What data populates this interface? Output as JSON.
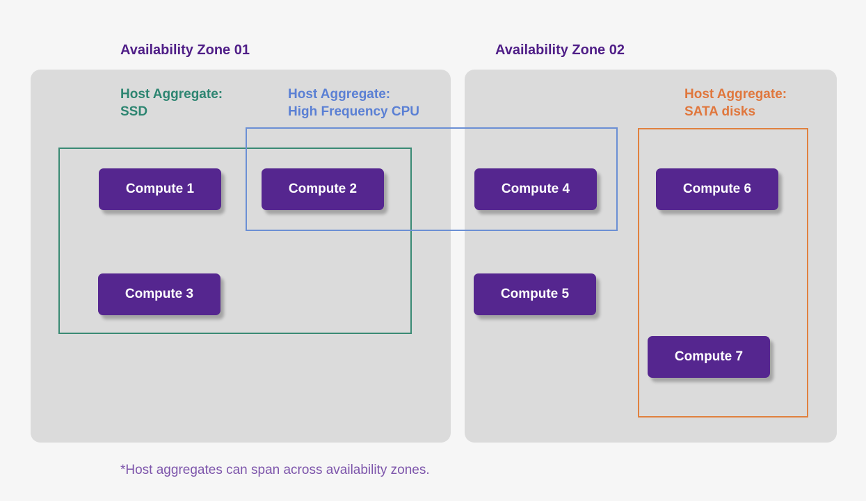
{
  "diagram": {
    "zones": [
      {
        "label": "Availability Zone 01"
      },
      {
        "label": "Availability Zone 02"
      }
    ],
    "host_aggregates": [
      {
        "label_prefix": "Host Aggregate:",
        "label_value": "SSD",
        "text_color": "#2d8571",
        "border_color": "#3a8a74",
        "members": [
          "Compute 1",
          "Compute 2",
          "Compute 3"
        ]
      },
      {
        "label_prefix": "Host Aggregate:",
        "label_value": "High Frequency CPU",
        "text_color": "#5b80d4",
        "border_color": "#6b8fd4",
        "members": [
          "Compute 2",
          "Compute 4"
        ]
      },
      {
        "label_prefix": "Host Aggregate:",
        "label_value": "SATA disks",
        "text_color": "#e0773d",
        "border_color": "#e0813f",
        "members": [
          "Compute 6",
          "Compute 7"
        ]
      }
    ],
    "compute_nodes": [
      {
        "label": "Compute 1"
      },
      {
        "label": "Compute 2"
      },
      {
        "label": "Compute 3"
      },
      {
        "label": "Compute 4"
      },
      {
        "label": "Compute 5"
      },
      {
        "label": "Compute 6"
      },
      {
        "label": "Compute 7"
      }
    ],
    "footnote": "*Host aggregates can span across availability zones.",
    "colors": {
      "zone_heading_text": "#4f1e87",
      "compute_fill": "#55268f",
      "compute_text": "#ffffff",
      "panel_background": "#dbdbdb",
      "page_background": "#f6f6f6",
      "footnote_text": "#7d55ab"
    }
  }
}
